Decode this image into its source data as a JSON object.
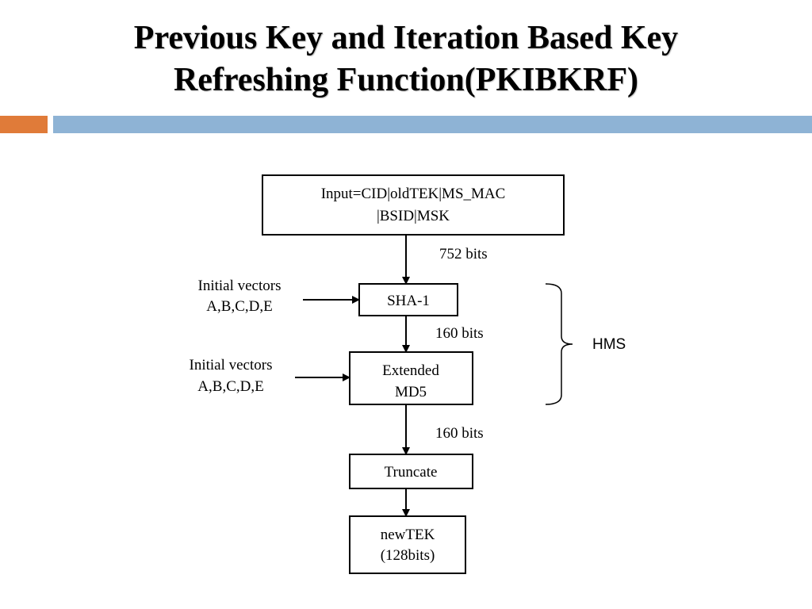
{
  "slide": {
    "title_line1": "Previous Key and Iteration Based Key",
    "title_line2": "Refreshing Function(PKIBKRF)",
    "accent_orange": "#E07B39",
    "accent_blue": "#8EB3D5"
  },
  "diagram": {
    "input_line1": "Input=CID|oldTEK|MS_MAC",
    "input_line2": "|BSID|MSK",
    "edge_752": "752 bits",
    "iv1_line1": "Initial vectors",
    "iv1_line2": "A,B,C,D,E",
    "sha1": "SHA-1",
    "edge_160a": "160 bits",
    "iv2_line1": "Initial vectors",
    "iv2_line2": "A,B,C,D,E",
    "md5_line1": "Extended",
    "md5_line2": "MD5",
    "edge_160b": "160 bits",
    "truncate": "Truncate",
    "newtek_line1": "newTEK",
    "newtek_line2": "(128bits)",
    "brace_label": "HMS"
  }
}
